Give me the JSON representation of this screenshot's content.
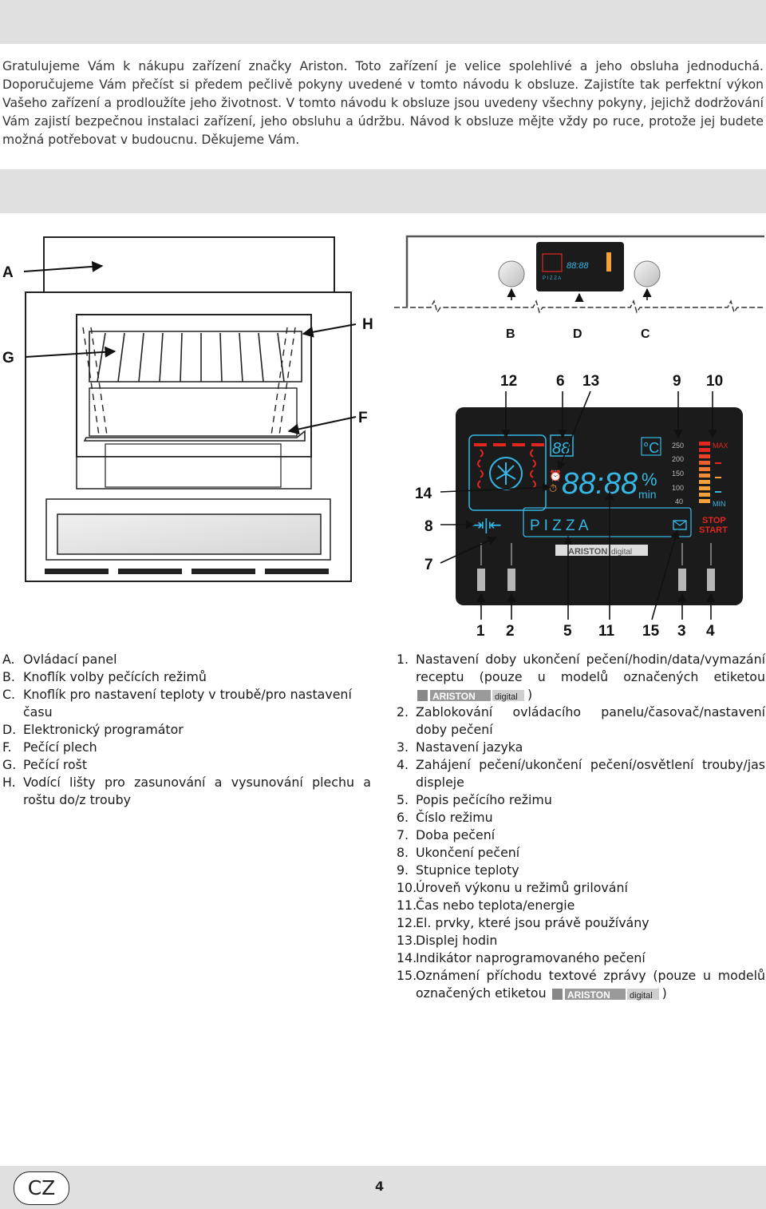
{
  "intro": "Gratulujeme Vám k nákupu zařízení značky Ariston. Toto zařízení je velice spolehlivé a jeho obsluha jednoduchá. Doporučujeme Vám přečíst si předem pečlivě pokyny uvedené v tomto návodu k obsluze. Zajistíte tak perfektní výkon Vašeho zařízení a prodloužíte jeho životnost. V tomto návodu k obsluze jsou uvedeny všechny pokyny, jejichž dodržování Vám zajistí bezpečnou instalaci zařízení, jeho obsluhu a údržbu. Návod k obsluze mějte vždy po ruce, protože jej budete možná potřebovat v budoucnu. Děkujeme Vám.",
  "oven_labels": {
    "A": "A",
    "G": "G",
    "H": "H",
    "F": "F"
  },
  "panel_labels": {
    "B": "B",
    "D": "D",
    "C": "C"
  },
  "display": {
    "top_numbers": [
      "12",
      "6",
      "13",
      "9",
      "10"
    ],
    "side_numbers": [
      "14",
      "8",
      "7"
    ],
    "bottom_numbers": [
      "1",
      "2",
      "5",
      "11",
      "15",
      "3",
      "4"
    ],
    "clock_digits": "88",
    "main_digits": "88:88",
    "percent": "%",
    "min": "min",
    "degree": "°C",
    "scale": [
      "250",
      "200",
      "150",
      "100",
      "40"
    ],
    "max": "MAX",
    "min_label": "MIN",
    "text": "P I Z Z A",
    "stop": "STOP",
    "start": "START",
    "brand": "ARISTON",
    "digital": "digital"
  },
  "colors": {
    "red": "#e3261f",
    "orange": "#f6a23a",
    "cyan": "#35b7e5",
    "panel": "#1b1b1b",
    "band": "#e0e0e0"
  },
  "legend_left": [
    {
      "k": "A.",
      "t": "Ovládací panel"
    },
    {
      "k": "B.",
      "t": "Knoflík volby pečících režimů"
    },
    {
      "k": "C.",
      "t": "Knoflík pro nastavení teploty v troubě/pro nastavení času"
    },
    {
      "k": "D.",
      "t": "Elektronický programátor"
    },
    {
      "k": "F.",
      "t": "Pečící plech"
    },
    {
      "k": "G.",
      "t": "Pečící rošt"
    },
    {
      "k": "H.",
      "t": "Vodící lišty pro zasunování a vysunování plechu a roštu do/z trouby"
    }
  ],
  "legend_right": {
    "i1_key": "1.",
    "i1_text": "Nastavení doby ukončení pečení/hodin/data/vymazání receptu (pouze u modelů označených etiketou",
    "i1_end": ")",
    "items": [
      {
        "k": "2.",
        "t": "Zablokování ovládacího panelu/časovač/nastavení doby pečení"
      },
      {
        "k": "3.",
        "t": "Nastavení jazyka"
      },
      {
        "k": "4.",
        "t": "Zahájení pečení/ukončení pečení/osvětlení trouby/jas displeje"
      },
      {
        "k": "5.",
        "t": "Popis pečícího režimu"
      },
      {
        "k": "6.",
        "t": "Číslo režimu"
      },
      {
        "k": "7.",
        "t": "Doba pečení"
      },
      {
        "k": "8.",
        "t": "Ukončení pečení"
      },
      {
        "k": "9.",
        "t": "Stupnice teploty"
      },
      {
        "k": "10.",
        "t": "Úroveň výkonu u režimů grilování"
      },
      {
        "k": "11.",
        "t": "Čas nebo teplota/energie"
      },
      {
        "k": "12.",
        "t": "El. prvky, které jsou právě používány"
      },
      {
        "k": "13.",
        "t": "Displej hodin"
      },
      {
        "k": "14.",
        "t": "Indikátor naprogramovaného pečení"
      }
    ],
    "i15_key": "15.",
    "i15_text": "Oznámení příchodu textové zprávy (pouze u modelů označených etiketou",
    "i15_end": ")"
  },
  "footer": {
    "lang": "CZ",
    "page": "4"
  }
}
